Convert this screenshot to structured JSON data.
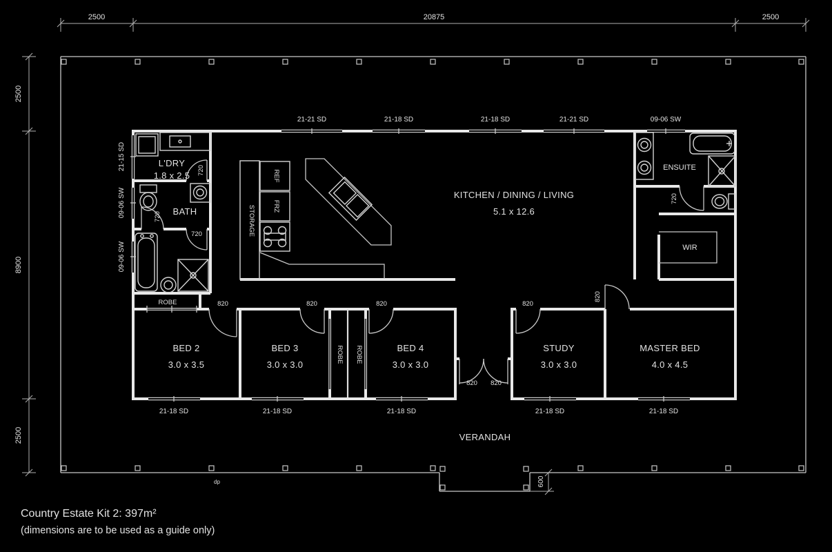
{
  "plan": {
    "title": "Country Estate Kit 2: 397m²",
    "subtitle": "(dimensions are to be used as a guide only)"
  },
  "dims": {
    "top": [
      "2500",
      "20875",
      "2500"
    ],
    "left": [
      "2500",
      "8900",
      "2500"
    ],
    "entry_depth": "600",
    "downpipe": "dp"
  },
  "rooms": {
    "living": {
      "name": "KITCHEN / DINING / LIVING",
      "size": "5.1 x 12.6"
    },
    "laundry": {
      "name": "L'DRY",
      "size": "1.8 x 2.5"
    },
    "bath": {
      "name": "BATH"
    },
    "ensuite": {
      "name": "ENSUITE"
    },
    "wir": {
      "name": "WIR"
    },
    "bed2": {
      "name": "BED 2",
      "size": "3.0 x 3.5"
    },
    "bed3": {
      "name": "BED 3",
      "size": "3.0 x 3.0"
    },
    "bed4": {
      "name": "BED 4",
      "size": "3.0 x 3.0"
    },
    "study": {
      "name": "STUDY",
      "size": "3.0 x 3.0"
    },
    "master": {
      "name": "MASTER BED",
      "size": "4.0 x 4.5"
    },
    "verandah": {
      "name": "VERANDAH"
    }
  },
  "fixtures": {
    "storage": "STORAGE",
    "fridge": "REF",
    "freezer": "FRZ",
    "robe": "ROBE"
  },
  "windows": {
    "top": [
      "21-21 SD",
      "21-18 SD",
      "21-18 SD",
      "21-21 SD",
      "09-06 SW"
    ],
    "bottom": [
      "21-18 SD",
      "21-18 SD",
      "21-18 SD",
      "21-18 SD",
      "21-18 SD"
    ],
    "left": [
      "21-15 SD",
      "09-06 SW",
      "09-06 SW"
    ]
  },
  "doors": {
    "standard": "820",
    "small": "720"
  },
  "colors": {
    "background": "#000000",
    "line": "#e8e8e8"
  }
}
